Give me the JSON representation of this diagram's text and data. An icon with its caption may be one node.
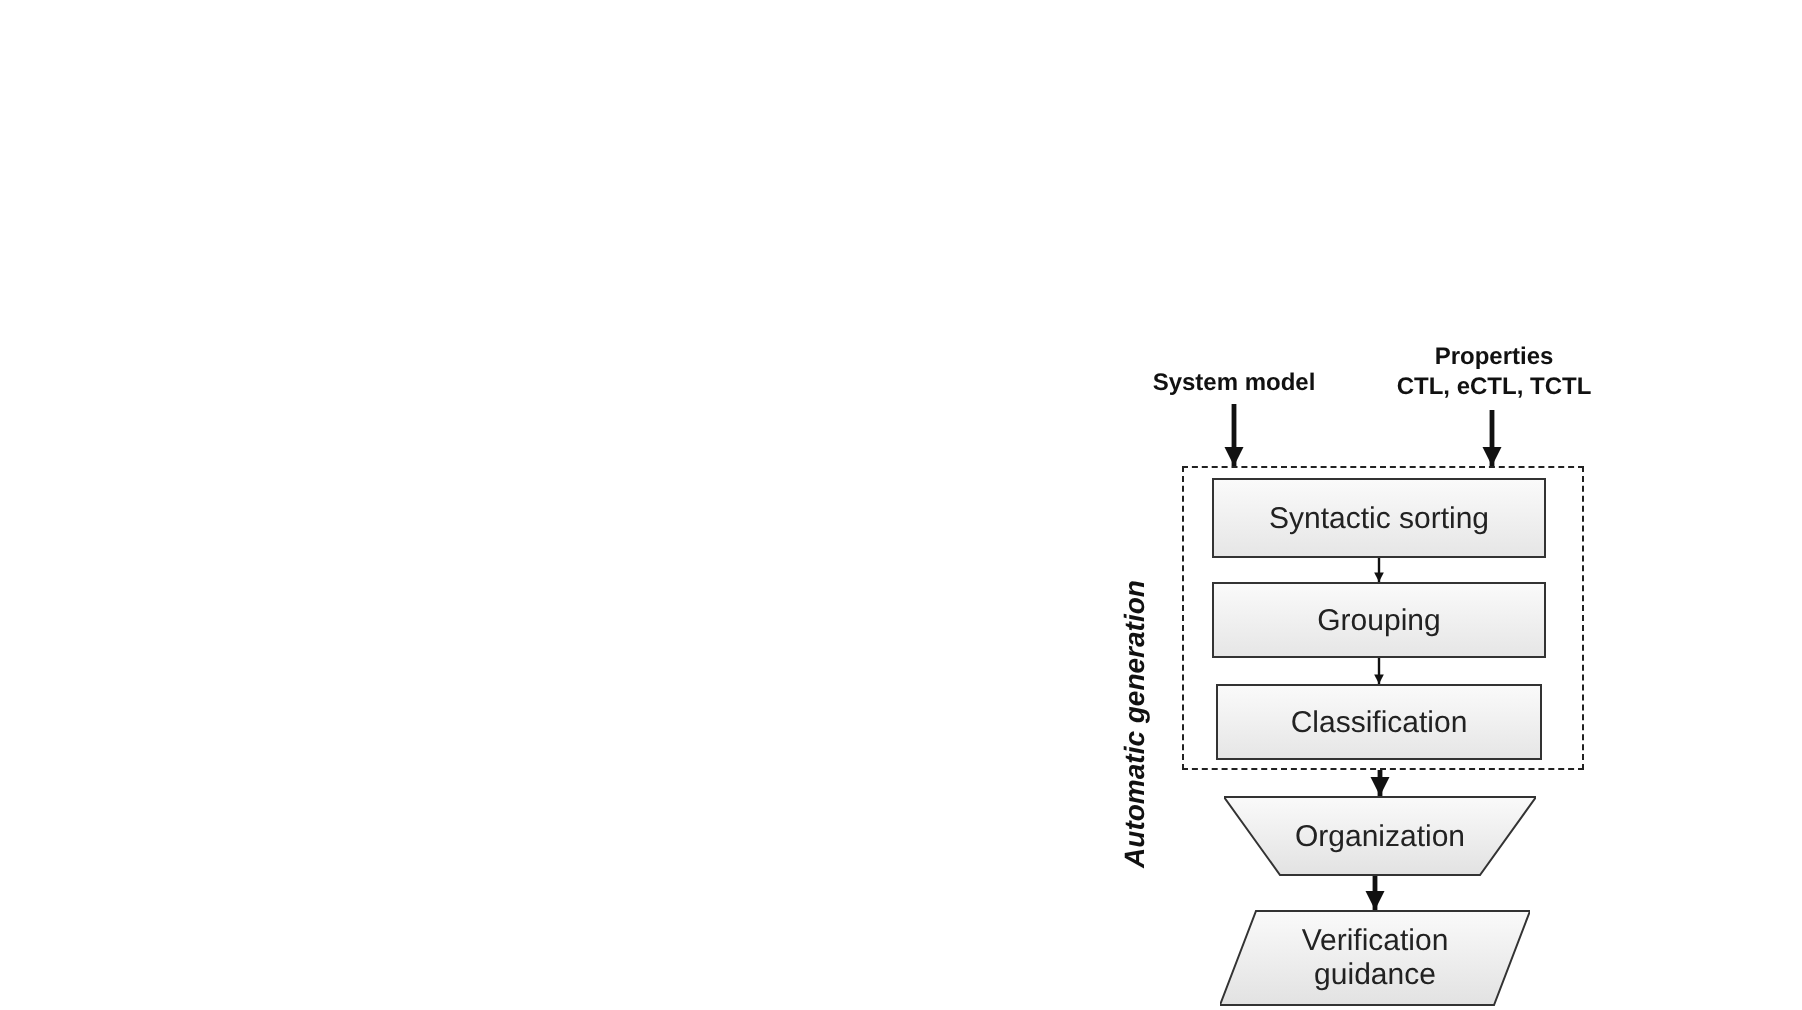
{
  "diagram": {
    "nodes": [
      {
        "text": [
          "System model"
        ]
      },
      {
        "text": [
          "Properties",
          "CTL, eCTL, TCTL"
        ]
      },
      {
        "text": [
          "Automatic generation"
        ]
      },
      {
        "text": [
          "Syntactic sorting"
        ],
        "in": 2
      },
      {
        "text": [
          "Grouping"
        ],
        "in": 2
      },
      {
        "text": [
          "Classification"
        ],
        "in": 2
      },
      {
        "text": [
          "Organization"
        ]
      },
      {
        "text": [
          "Verification guidance"
        ]
      }
    ],
    "edges": [
      {
        "from": 0,
        "to": 2,
        "arrow": "to"
      },
      {
        "from": 1,
        "to": 2,
        "arrow": "to"
      },
      {
        "from": 3,
        "to": 4,
        "arrow": "to"
      },
      {
        "from": 4,
        "to": 5,
        "arrow": "to"
      },
      {
        "from": 2,
        "to": 6,
        "arrow": "to"
      },
      {
        "from": 6,
        "to": 7,
        "arrow": "to"
      }
    ]
  }
}
